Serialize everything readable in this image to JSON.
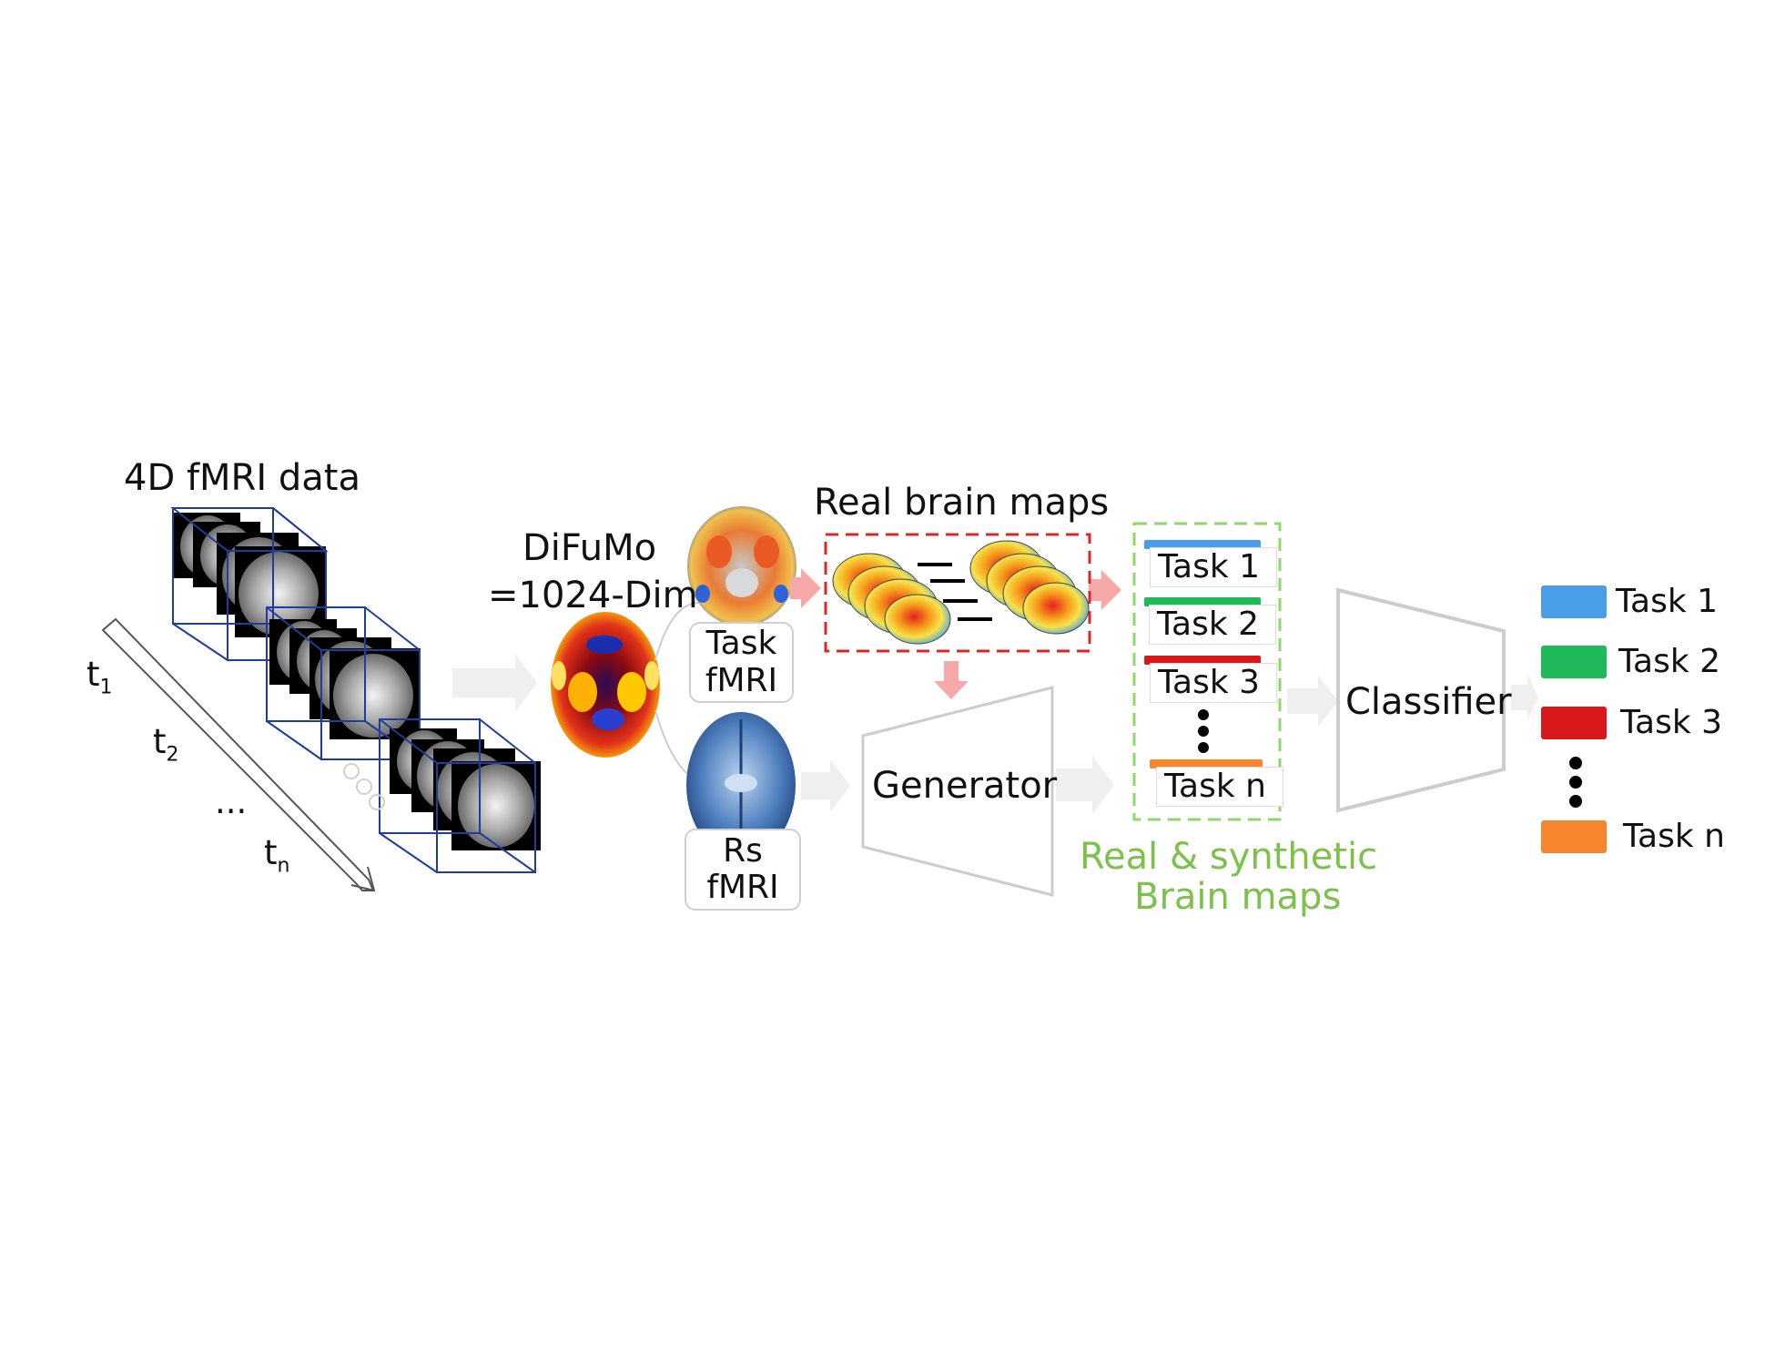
{
  "title_4d": "4D fMRI data",
  "time_labels": {
    "t1": "t",
    "t1_sub": "1",
    "t2": "t",
    "t2_sub": "2",
    "ellipsis": "...",
    "tn": "t",
    "tn_sub": "n"
  },
  "difumo": {
    "line1": "DiFuMo",
    "line2": "=1024-Dim"
  },
  "task_box": {
    "line1": "Task",
    "line2": "fMRI"
  },
  "rs_box": {
    "line1": "Rs",
    "line2": "fMRI"
  },
  "real_brain_maps": "Real brain maps",
  "generator": "Generator",
  "classifier": "Classifier",
  "stack_tasks": [
    {
      "label": "Task 1",
      "color": "#4a9de8"
    },
    {
      "label": "Task 2",
      "color": "#20b95a"
    },
    {
      "label": "Task 3",
      "color": "#d8181a"
    },
    {
      "label": "Task n",
      "color": "#f5862e"
    }
  ],
  "synthetic_caption": {
    "line1": "Real & synthetic",
    "line2": "Brain maps"
  },
  "legend": [
    {
      "label": "Task 1",
      "color": "#4a9de8"
    },
    {
      "label": "Task 2",
      "color": "#20b95a"
    },
    {
      "label": "Task 3",
      "color": "#d8181a"
    },
    {
      "label": "Task n",
      "color": "#f5862e"
    }
  ],
  "colors": {
    "red_dash": "#e02424",
    "green_dash": "#8fd76a",
    "pink_arrow": "#f7a8a8",
    "gray_arrow": "#eeeeee",
    "cube_edge": "#1f3d9a"
  }
}
